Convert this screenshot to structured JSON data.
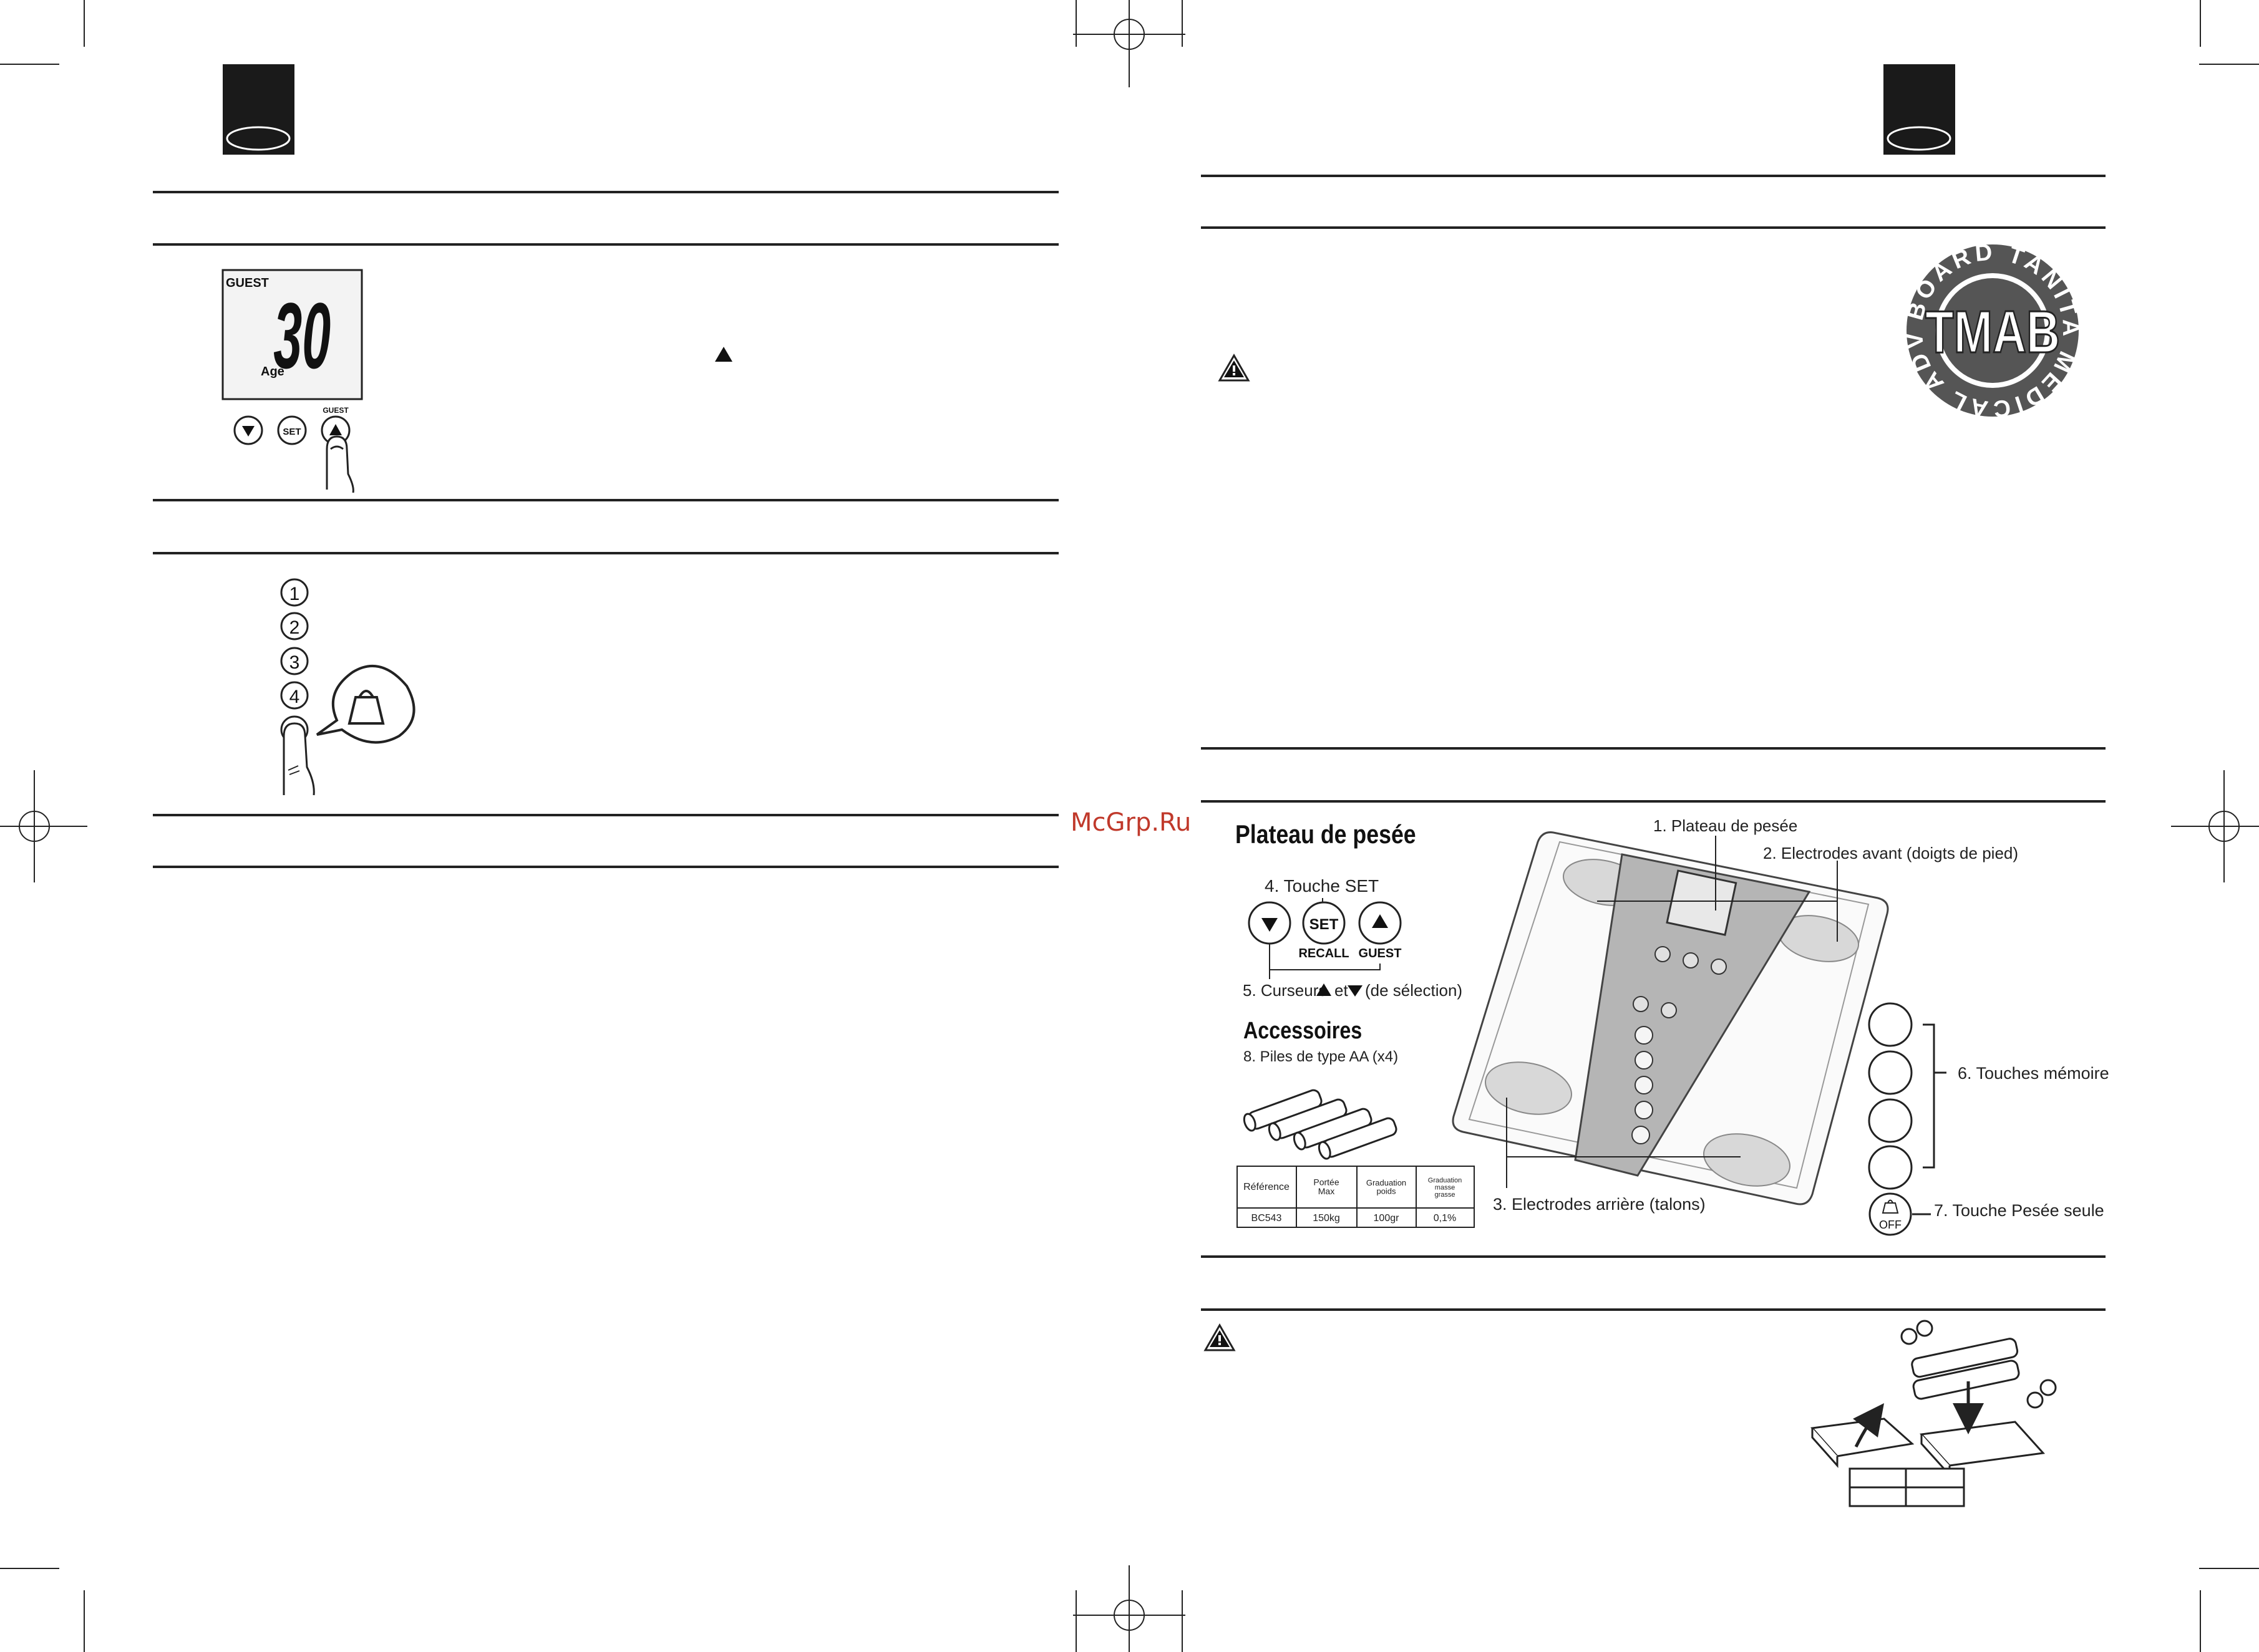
{
  "watermark": "McGrp.Ru",
  "left_page": {
    "lcd": {
      "mode": "GUEST",
      "value": "30",
      "unit": "Age"
    },
    "buttons": {
      "set": "SET",
      "guest": "GUEST"
    },
    "memory_numbers": [
      "1",
      "2",
      "3",
      "4"
    ]
  },
  "right_page": {
    "tmab_badge": {
      "center": "TMAB",
      "ring_text": "BOARD TANITA MEDICAL ADVISORY"
    },
    "product": {
      "title": "Plateau de pesée",
      "label_1": "1. Plateau de pesée",
      "label_2": "2. Electrodes avant (doigts de pied)",
      "label_3": "3. Electrodes arrière (talons)",
      "label_4": "4. Touche SET",
      "label_5": "5. Curseurs",
      "label_5_and": "et",
      "label_5_suffix": "(de sélection)",
      "label_6": "6. Touches mémoire",
      "label_7": "7. Touche Pesée seule",
      "btn_set": "SET",
      "btn_recall": "RECALL",
      "btn_guest": "GUEST",
      "btn_off": "OFF"
    },
    "accessories": {
      "title": "Accessoires",
      "item": "8.  Piles de type AA (x4)"
    },
    "spec_table": {
      "headers": [
        "Référence",
        "Portée Max",
        "Graduation poids",
        "Graduation masse grasse"
      ],
      "rows": [
        [
          "BC543",
          "150kg",
          "100gr",
          "0,1%"
        ]
      ]
    }
  }
}
